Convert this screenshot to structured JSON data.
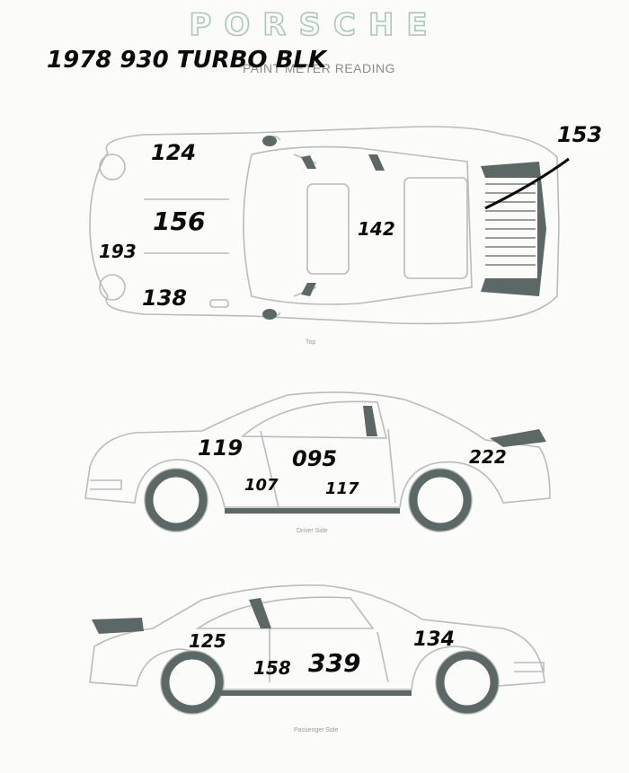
{
  "header": {
    "brand": "PORSCHE",
    "sheet_title": "PAINT METER READING",
    "handwritten_title": "1978  930 TURBO BLK"
  },
  "views": {
    "top": {
      "label": "Top",
      "readings": [
        "124",
        "156",
        "193",
        "138",
        "142",
        "153"
      ]
    },
    "driver": {
      "label": "Driver Side",
      "readings": [
        "119",
        "095",
        "107",
        "117",
        "222"
      ]
    },
    "passenger": {
      "label": "Passenger Side",
      "readings": [
        "125",
        "158",
        "339",
        "134"
      ]
    }
  },
  "colors": {
    "outline": "#b8bcbd",
    "dark_fill": "#5b6865",
    "brand_outline": "#a9c9b6",
    "ink": "#0b0b0b"
  }
}
